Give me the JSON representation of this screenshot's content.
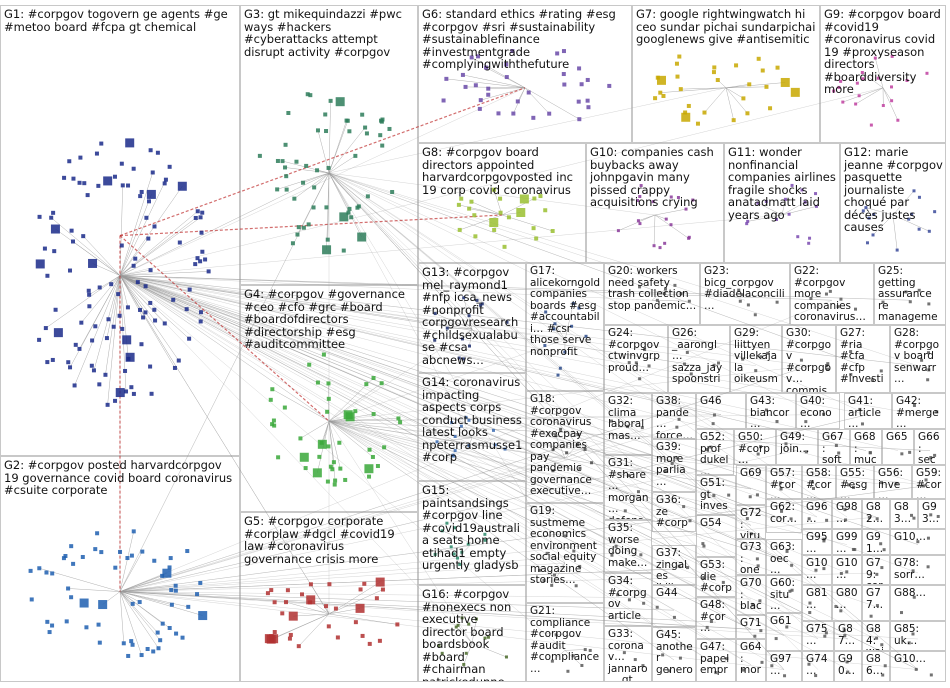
{
  "title": "",
  "groups": [
    {
      "id": "G1",
      "label": "G1: #corpgov togovern ge agents #ge #metoo board #fcpa gt chemical",
      "color": "#1a2a8a"
    },
    {
      "id": "G2",
      "label": "G2: #corpgov posted harvardcorpgov 19 governance covid board coronavirus #csuite corporate",
      "color": "#1f5fb0"
    },
    {
      "id": "G3",
      "label": "G3: gt mikequindazzi #pwc ways #hackers #cyberattacks attempt disrupt activity #corpgov",
      "color": "#2e7d5a"
    },
    {
      "id": "G4",
      "label": "G4: #corpgov #governance #ceo #cfo #grc #board #boardofdirectors #directorship #esg #auditcommittee",
      "color": "#3aa83a"
    },
    {
      "id": "G5",
      "label": "G5: #corpgov corporate #corplaw #dgcl #covid19 law #coronavirus governance crisis more",
      "color": "#b03030"
    },
    {
      "id": "G6",
      "label": "G6: standard ethics #rating #esg #corpgov #sri #sustainability #sustainablefinance #investmentgrade #complyingwiththefuture",
      "color": "#6a4aa8"
    },
    {
      "id": "G7",
      "label": "G7: google rightwingwatch hi ceo sundar pichai sundarpichai googlenews give #antisemitic",
      "color": "#c8a800"
    },
    {
      "id": "G8",
      "label": "G8: #corpgov board directors appointed harvardcorpgovposted inc 19 corp covid coronavirus",
      "color": "#9ac030"
    },
    {
      "id": "G9",
      "label": "G9: #corpgov board #covid19 #coronavirus covid 19 #proxyseason directors #boarddiversity more",
      "color": "#c040a0"
    },
    {
      "id": "G10",
      "label": "G10: companies cash buybacks away johnpgavin many pissed crappy acquisitions crying",
      "color": "#8a3a9a"
    },
    {
      "id": "G11",
      "label": "G11: wonder nonfinancial companies airlines fragile shocks anatadmatt laid years ago",
      "color": "#7a4ab0"
    },
    {
      "id": "G12",
      "label": "G12: marie jeanne #corpgov pasquette journaliste choqué par décès justes causes",
      "color": "#3a4a9a"
    },
    {
      "id": "G13",
      "label": "G13: #corpgov mel_raymond1 #nfp icsa_news #nonprofit corpgovresearch #childsexualabuse #csa abcnews…",
      "color": "#1a2a6a"
    },
    {
      "id": "G14",
      "label": "G14: coronavirus impacting aspects corps conduct business latest looks npeterrasmusse1 #corp",
      "color": "#3a6ab0"
    },
    {
      "id": "G15",
      "label": "G15: paintsandsings #corpgov line #covid19australia seats home etihad1 empty urgently gladysb",
      "color": "#2a8a6a"
    },
    {
      "id": "G16",
      "label": "G16: #corpgov #nonexecs non executive director board boardsbook #board #chairman patrickedunne",
      "color": "#4a6a2a"
    },
    {
      "id": "G17",
      "label": "G17: alicekorngold companies boards #esg #accountabili… #csr those serve nonprofit",
      "color": "#2a4a8a"
    },
    {
      "id": "G18",
      "label": "G18: #corpgov coronavirus #execpay companies pay pandemic governance executive…",
      "color": "#4a4a4a"
    },
    {
      "id": "G19",
      "label": "G19: sustmeme economics environment social equity magazine stories…",
      "color": "#5a5a5a"
    },
    {
      "id": "G20",
      "label": "G20: workers need safety trash collection stop pandemic…",
      "color": "#5a5a5a"
    },
    {
      "id": "G21",
      "label": "G21: compliance #corpgov #audit #compliance…",
      "color": "#5a5a5a"
    },
    {
      "id": "G22",
      "label": "G22: #corpgov more companies coronavirus…",
      "color": "#5a5a5a"
    },
    {
      "id": "G23",
      "label": "G23: bicg_corpgov #diadelaconcili…",
      "color": "#5a5a5a"
    },
    {
      "id": "G24",
      "label": "G24: #corpgov ctwinvgrp proud…",
      "color": "#5a5a5a"
    },
    {
      "id": "G25",
      "label": "G25: getting assurance re manageme…",
      "color": "#5a5a5a"
    },
    {
      "id": "G26",
      "label": "G26: _aarongl… sazza_jay spoonstri…",
      "color": "#5a5a5a"
    },
    {
      "id": "G27",
      "label": "G27: #ria #cfa #cfp #investi… #riskma…",
      "color": "#5a5a5a"
    },
    {
      "id": "G28",
      "label": "G28: #corpgov board senwarr…",
      "color": "#5a5a5a"
    },
    {
      "id": "G29",
      "label": "G29: liittyen villekajala oikeusm…",
      "color": "#5a5a5a"
    },
    {
      "id": "G30",
      "label": "G30: #corpgov #corpgov… commis…",
      "color": "#5a5a5a"
    },
    {
      "id": "G31",
      "label": "G31: #share… morgan… defense…",
      "color": "#5a5a5a"
    },
    {
      "id": "G32",
      "label": "G32: clima laboral mas…",
      "color": "#5a5a5a"
    },
    {
      "id": "G33",
      "label": "G33: coronav… jannaro… gt…",
      "color": "#5a5a5a"
    },
    {
      "id": "G34",
      "label": "G34: #corpgov article…",
      "color": "#5a5a5a"
    },
    {
      "id": "G35",
      "label": "G35: worse doing make…",
      "color": "#5a5a5a"
    },
    {
      "id": "G36",
      "label": "G36: ze #corpgov",
      "color": "#5a5a5a"
    },
    {
      "id": "G37",
      "label": "G37: zingales 'kill…",
      "color": "#5a5a5a"
    },
    {
      "id": "G38",
      "label": "G38: pande… force…",
      "color": "#5a5a5a"
    },
    {
      "id": "G39",
      "label": "G39: more parlia…",
      "color": "#5a5a5a"
    },
    {
      "id": "G40",
      "label": "G40: econo…",
      "color": "#5a5a5a"
    },
    {
      "id": "G41",
      "label": "G41: article…",
      "color": "#5a5a5a"
    },
    {
      "id": "G42",
      "label": "G42: #merge…",
      "color": "#5a5a5a"
    },
    {
      "id": "G43",
      "label": "G43: biancor…",
      "color": "#5a5a5a"
    },
    {
      "id": "G44",
      "label": "G44",
      "color": "#5a5a5a"
    },
    {
      "id": "G45",
      "label": "G45: another genero…",
      "color": "#5a5a5a"
    },
    {
      "id": "G46",
      "label": "G46",
      "color": "#5a5a5a"
    },
    {
      "id": "G47",
      "label": "G47: papel empr…",
      "color": "#5a5a5a"
    },
    {
      "id": "G48",
      "label": "G48: #cor…",
      "color": "#5a5a5a"
    },
    {
      "id": "G49",
      "label": "G49: join…",
      "color": "#5a5a5a"
    },
    {
      "id": "G50",
      "label": "G50: #corp…",
      "color": "#5a5a5a"
    },
    {
      "id": "G51",
      "label": "G51: gt inves…",
      "color": "#5a5a5a"
    },
    {
      "id": "G52",
      "label": "G52: prof dukel…",
      "color": "#5a5a5a"
    },
    {
      "id": "G53",
      "label": "G53: die #corp…",
      "color": "#5a5a5a"
    },
    {
      "id": "G54",
      "label": "G54",
      "color": "#5a5a5a"
    },
    {
      "id": "G55",
      "label": "G55: #esg…",
      "color": "#5a5a5a"
    },
    {
      "id": "G56",
      "label": "G56: inve…",
      "color": "#5a5a5a"
    },
    {
      "id": "G57",
      "label": "G57: #cor…",
      "color": "#5a5a5a"
    },
    {
      "id": "G58",
      "label": "G58: #cor…",
      "color": "#5a5a5a"
    },
    {
      "id": "G59",
      "label": "G59: #cor…",
      "color": "#5a5a5a"
    },
    {
      "id": "G60",
      "label": "G60: situ…",
      "color": "#5a5a5a"
    },
    {
      "id": "G61",
      "label": "G61",
      "color": "#5a5a5a"
    },
    {
      "id": "G62",
      "label": "G62: cor…",
      "color": "#5a5a5a"
    },
    {
      "id": "G63",
      "label": "G63: oec…",
      "color": "#5a5a5a"
    },
    {
      "id": "G64",
      "label": "G64: mor…",
      "color": "#5a5a5a"
    },
    {
      "id": "G65",
      "label": "G65",
      "color": "#5a5a5a"
    },
    {
      "id": "G66",
      "label": "G66: sec…",
      "color": "#5a5a5a"
    },
    {
      "id": "G67",
      "label": "G67: soft…",
      "color": "#5a5a5a"
    },
    {
      "id": "G68",
      "label": "G68: muc…",
      "color": "#5a5a5a"
    },
    {
      "id": "G69",
      "label": "G69",
      "color": "#5a5a5a"
    },
    {
      "id": "G70",
      "label": "G70: blac…",
      "color": "#5a5a5a"
    },
    {
      "id": "G71",
      "label": "G71",
      "color": "#5a5a5a"
    },
    {
      "id": "G72",
      "label": "G72: virus…",
      "color": "#5a5a5a"
    },
    {
      "id": "G73",
      "label": "G73: one…",
      "color": "#5a5a5a"
    },
    {
      "id": "G74",
      "label": "G74…",
      "color": "#5a5a5a"
    },
    {
      "id": "G75",
      "label": "G75…",
      "color": "#5a5a5a"
    },
    {
      "id": "G77",
      "label": "G77…",
      "color": "#5a5a5a"
    },
    {
      "id": "G78",
      "label": "G78: sorr…",
      "color": "#5a5a5a"
    },
    {
      "id": "G79",
      "label": "G79: cor…",
      "color": "#5a5a5a"
    },
    {
      "id": "G80",
      "label": "G80…",
      "color": "#5a5a5a"
    },
    {
      "id": "G81",
      "label": "G81…",
      "color": "#5a5a5a"
    },
    {
      "id": "G82",
      "label": "G82…",
      "color": "#5a5a5a"
    },
    {
      "id": "G83",
      "label": "G83…",
      "color": "#5a5a5a"
    },
    {
      "id": "G84",
      "label": "G84: wai…",
      "color": "#5a5a5a"
    },
    {
      "id": "G85",
      "label": "G85: uk…",
      "color": "#5a5a5a"
    },
    {
      "id": "G86",
      "label": "G86…",
      "color": "#5a5a5a"
    },
    {
      "id": "G87",
      "label": "G87…",
      "color": "#5a5a5a"
    },
    {
      "id": "G88",
      "label": "G88…",
      "color": "#5a5a5a"
    },
    {
      "id": "G90",
      "label": "G90…",
      "color": "#5a5a5a"
    },
    {
      "id": "G91",
      "label": "G91…",
      "color": "#5a5a5a"
    },
    {
      "id": "G93",
      "label": "G93…",
      "color": "#5a5a5a"
    },
    {
      "id": "G95",
      "label": "G95…",
      "color": "#5a5a5a"
    },
    {
      "id": "G96",
      "label": "G96…",
      "color": "#5a5a5a"
    },
    {
      "id": "G97",
      "label": "G97…",
      "color": "#5a5a5a"
    },
    {
      "id": "G98",
      "label": "G98…",
      "color": "#5a5a5a"
    },
    {
      "id": "G99",
      "label": "G99…",
      "color": "#5a5a5a"
    },
    {
      "id": "G100",
      "label": "G10…",
      "color": "#5a5a5a"
    },
    {
      "id": "G101",
      "label": "G10…",
      "color": "#5a5a5a"
    },
    {
      "id": "G102",
      "label": "G10…",
      "color": "#5a5a5a"
    },
    {
      "id": "G103",
      "label": "G10…",
      "color": "#5a5a5a"
    },
    {
      "id": "G104",
      "label": "G10…",
      "color": "#5a5a5a"
    },
    {
      "id": "G105",
      "label": "G10…",
      "color": "#5a5a5a"
    },
    {
      "id": "G106",
      "label": "G10…",
      "color": "#5a5a5a"
    }
  ],
  "colors": {
    "edge": "#9a9a9a",
    "edge_red": "#c03030",
    "border": "#c8c8c8",
    "background": "#ffffff"
  }
}
